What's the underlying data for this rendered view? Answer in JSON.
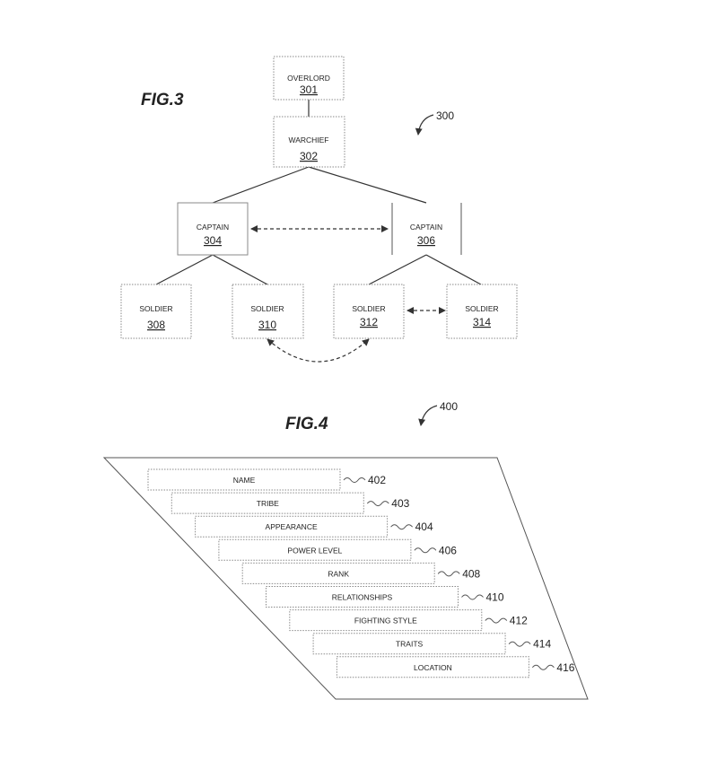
{
  "fig3": {
    "title": "FIG.3",
    "ref": "300",
    "nodes": {
      "overlord": {
        "label": "OVERLORD",
        "num": "301"
      },
      "warchief": {
        "label": "WARCHIEF",
        "num": "302"
      },
      "captain_a": {
        "label": "CAPTAIN",
        "num": "304"
      },
      "captain_b": {
        "label": "CAPTAIN",
        "num": "306"
      },
      "soldier_308": {
        "label": "SOLDIER",
        "num": "308"
      },
      "soldier_310": {
        "label": "SOLDIER",
        "num": "310"
      },
      "soldier_312": {
        "label": "SOLDIER",
        "num": "312"
      },
      "soldier_314": {
        "label": "SOLDIER",
        "num": "314"
      }
    }
  },
  "fig4": {
    "title": "FIG.4",
    "ref": "400",
    "rows": [
      {
        "label": "NAME",
        "ref": "402"
      },
      {
        "label": "TRIBE",
        "ref": "403"
      },
      {
        "label": "APPEARANCE",
        "ref": "404"
      },
      {
        "label": "POWER LEVEL",
        "ref": "406"
      },
      {
        "label": "RANK",
        "ref": "408"
      },
      {
        "label": "RELATIONSHIPS",
        "ref": "410"
      },
      {
        "label": "FIGHTING STYLE",
        "ref": "412"
      },
      {
        "label": "TRAITS",
        "ref": "414"
      },
      {
        "label": "LOCATION",
        "ref": "416"
      }
    ]
  }
}
